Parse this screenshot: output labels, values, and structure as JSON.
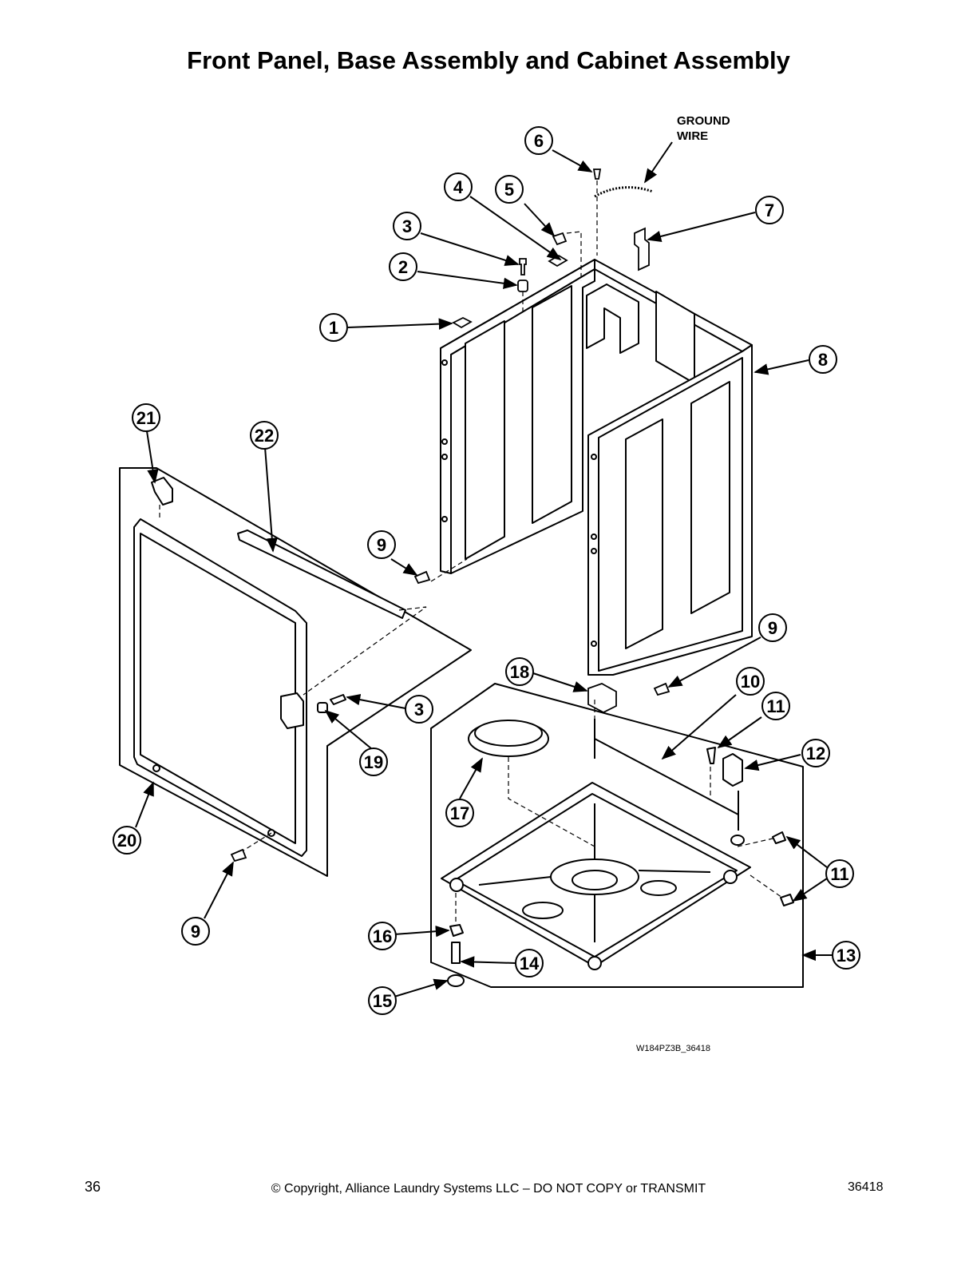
{
  "title": "Front Panel, Base Assembly and Cabinet Assembly",
  "ground_wire": [
    "GROUND",
    "WIRE"
  ],
  "figure_id": "W184PZ3B_36418",
  "callouts": [
    "1",
    "2",
    "3",
    "4",
    "5",
    "6",
    "7",
    "8",
    "9",
    "9",
    "9",
    "10",
    "11",
    "11",
    "12",
    "13",
    "14",
    "15",
    "16",
    "17",
    "18",
    "19",
    "20",
    "21",
    "22",
    "3"
  ],
  "footer": {
    "page_number": "36",
    "copyright": "© Copyright, Alliance Laundry Systems LLC – DO NOT COPY or TRANSMIT",
    "doc_number": "36418"
  }
}
